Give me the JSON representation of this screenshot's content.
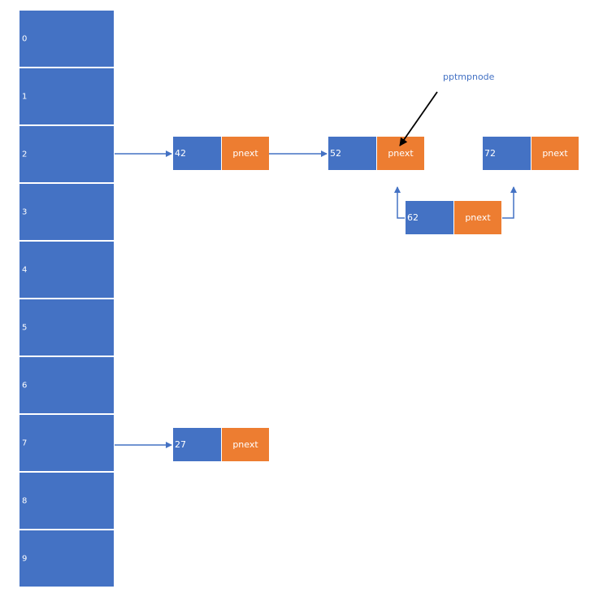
{
  "buckets": [
    "0",
    "1",
    "2",
    "3",
    "4",
    "5",
    "6",
    "7",
    "8",
    "9"
  ],
  "nodes": {
    "n42": {
      "value": "42",
      "ptr": "pnext"
    },
    "n52": {
      "value": "52",
      "ptr": "pnext"
    },
    "n72": {
      "value": "72",
      "ptr": "pnext"
    },
    "n62": {
      "value": "62",
      "ptr": "pnext"
    },
    "n27": {
      "value": "27",
      "ptr": "pnext"
    }
  },
  "pointer_label": "pptmpnode",
  "colors": {
    "bucket": "#4472C4",
    "value_cell": "#4472C4",
    "pointer_cell": "#ED7D31",
    "arrow": "#4472C4",
    "pointer_arrow": "#000000",
    "label_text": "#4472C4"
  }
}
